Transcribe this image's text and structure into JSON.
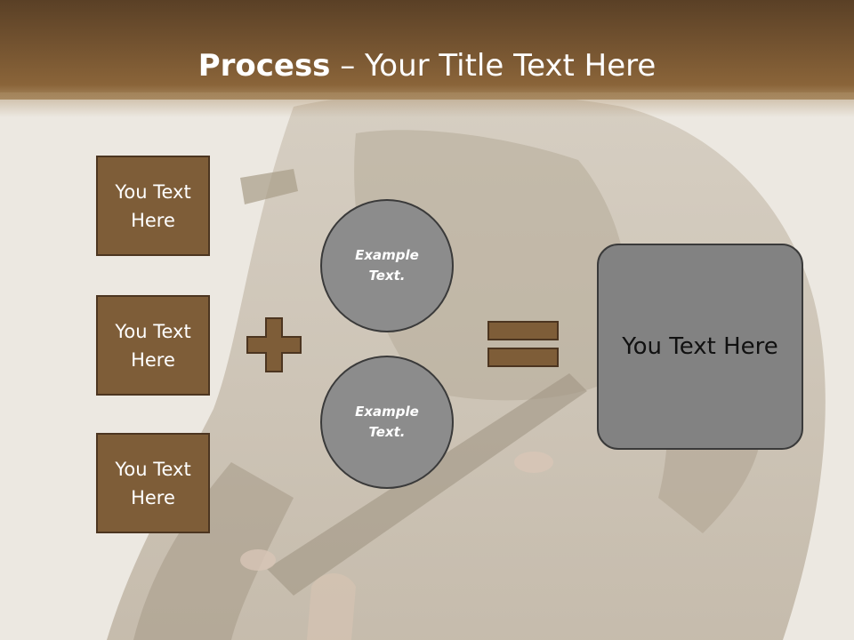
{
  "slide": {
    "title_bold": "Process",
    "title_rest": " – Your Title Text Here"
  },
  "boxes": [
    {
      "label": "You Text\nHere"
    },
    {
      "label": "You Text\nHere"
    },
    {
      "label": "You Text\nHere"
    }
  ],
  "circles": [
    {
      "label": "Example\nText."
    },
    {
      "label": "Example\nText."
    }
  ],
  "result": {
    "label": "You Text Here"
  },
  "colors": {
    "header": "#8a6439",
    "box_fill": "#7e5d38",
    "circle_fill": "#8c8c8c",
    "result_fill": "#828282"
  }
}
